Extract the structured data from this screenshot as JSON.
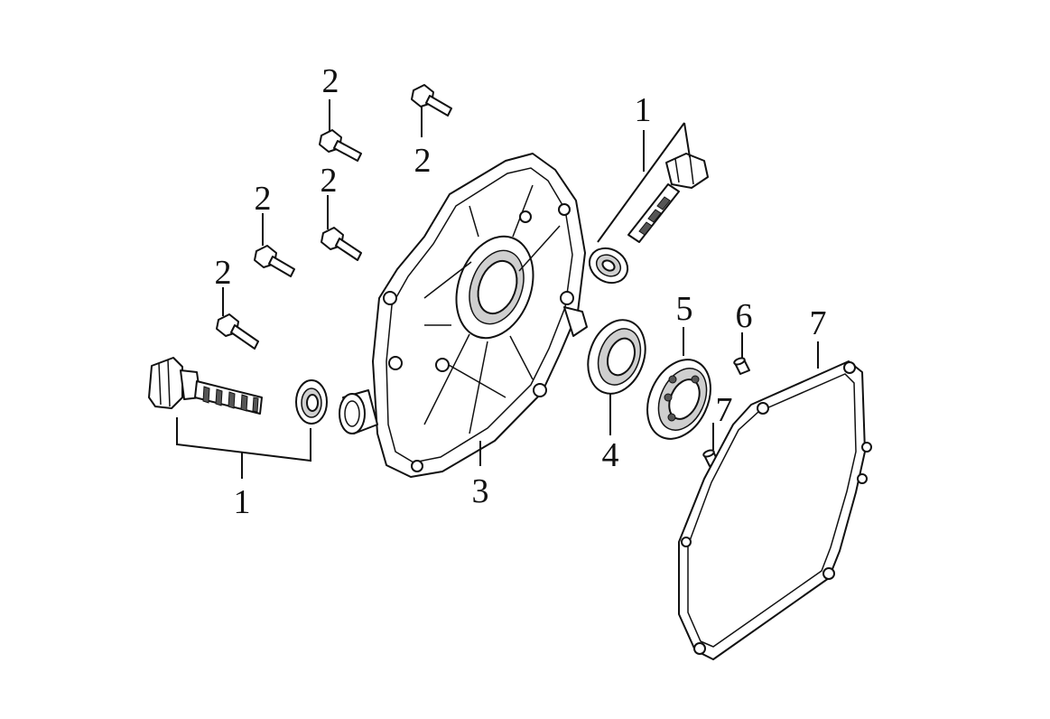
{
  "callouts": {
    "oil_plug_left": "1",
    "oil_plug_right": "1",
    "bolt_a": "2",
    "bolt_b": "2",
    "bolt_c": "2",
    "bolt_d": "2",
    "bolt_e": "2",
    "crankcase_cover": "3",
    "oil_seal": "4",
    "bearing": "5",
    "dowel_pin": "6",
    "gasket": "7",
    "dowel_pin_lower": "7"
  },
  "colors": {
    "line": "#111111",
    "background": "#ffffff"
  }
}
